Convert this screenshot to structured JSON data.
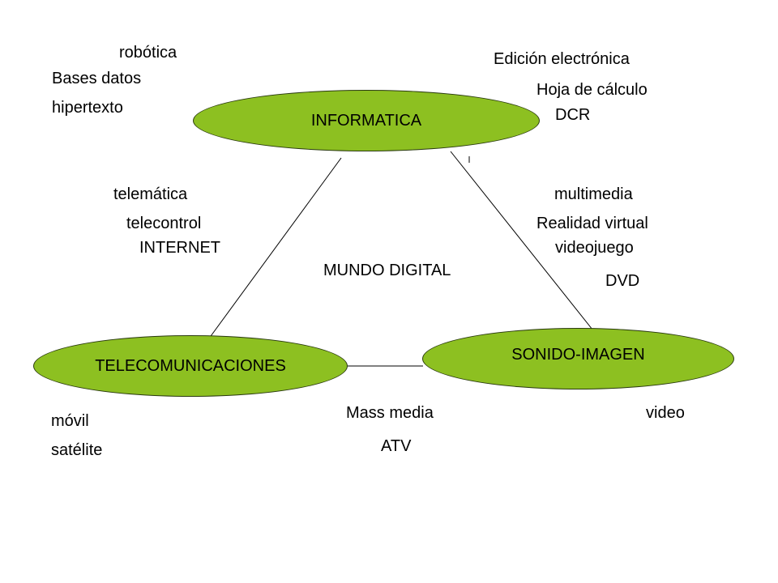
{
  "center_label": "MUNDO DIGITAL",
  "node_color": "#8dc021",
  "nodes": {
    "informatica": "INFORMATICA",
    "telecomunicaciones": "TELECOMUNICACIONES",
    "sonido_imagen": "SONIDO-IMAGEN"
  },
  "terms": {
    "informatica_only": [
      "robótica",
      "Bases datos",
      "hipertexto"
    ],
    "informatica_sonido": [
      "Edición electrónica",
      "Hoja de cálculo",
      "DCR"
    ],
    "informatica_telecom": [
      "telemática",
      "telecontrol",
      "INTERNET"
    ],
    "sonido_informatica_links": [
      "multimedia",
      "Realidad virtual",
      "videojuego",
      "DVD"
    ],
    "telecom_only": [
      "móvil",
      "satélite"
    ],
    "telecom_sonido": [
      "Mass media",
      "ATV"
    ],
    "sonido_only": [
      "video"
    ]
  }
}
